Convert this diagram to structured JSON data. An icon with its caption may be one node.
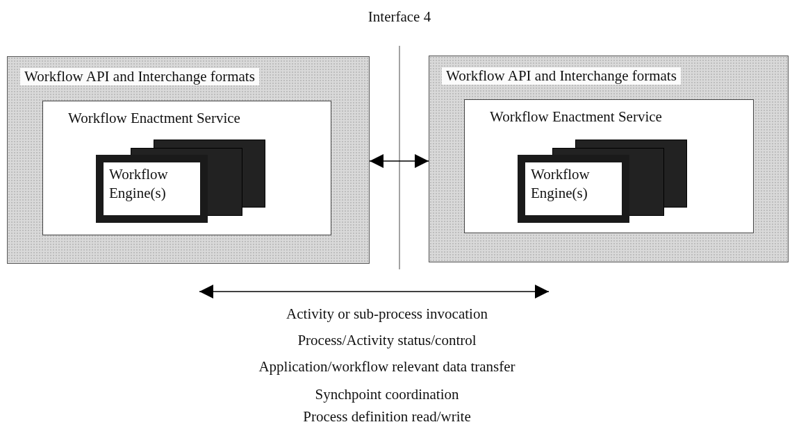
{
  "diagram": {
    "nodes": [
      {
        "text": [
          "Workflow API and Interchange formats"
        ]
      },
      {
        "text": [
          "Workflow Enactment Service"
        ],
        "in": 0
      },
      {
        "text": [
          "Workflow Engine(s)"
        ],
        "in": 1
      },
      {
        "text": [
          "Workflow API and Interchange formats"
        ]
      },
      {
        "text": [
          "Workflow Enactment Service"
        ],
        "in": 3
      },
      {
        "text": [
          "Workflow Engine(s)"
        ],
        "in": 4
      }
    ],
    "edges": [
      {
        "from": 0,
        "to": 3,
        "arrow": "both"
      }
    ],
    "labels": [
      "Interface 4",
      "Activity or sub-process invocation",
      "Process/Activity status/control",
      "Application/workflow relevant data transfer",
      "Synchpoint coordination",
      "Process definition read/write"
    ]
  }
}
